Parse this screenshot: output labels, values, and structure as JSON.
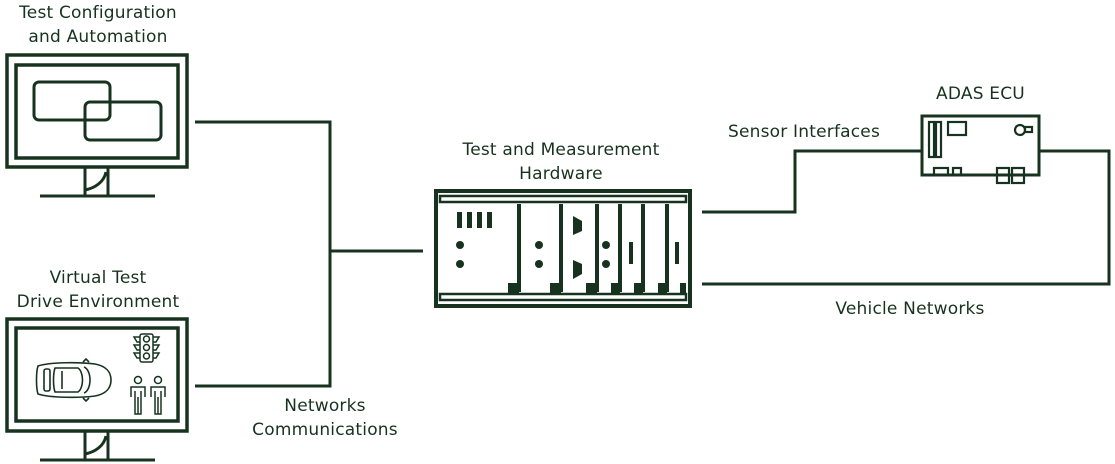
{
  "colors": {
    "stroke": "#17331f",
    "background": "#ffffff"
  },
  "nodes": {
    "test_config": {
      "label_line1": "Test Configuration",
      "label_line2": "and Automation",
      "icon": "monitor-with-overlapping-windows"
    },
    "virtual_drive": {
      "label_line1": "Virtual Test",
      "label_line2": "Drive Environment",
      "icon": "monitor-with-car-traffic-light-pedestrians"
    },
    "hardware": {
      "label_line1": "Test and Measurement",
      "label_line2": "Hardware",
      "icon": "modular-chassis-with-cards"
    },
    "ecu": {
      "label": "ADAS ECU",
      "icon": "circuit-board"
    }
  },
  "edges": {
    "networks": {
      "label_line1": "Networks",
      "label_line2": "Communications"
    },
    "sensor": {
      "label": "Sensor Interfaces"
    },
    "vehicle": {
      "label": "Vehicle Networks"
    }
  }
}
